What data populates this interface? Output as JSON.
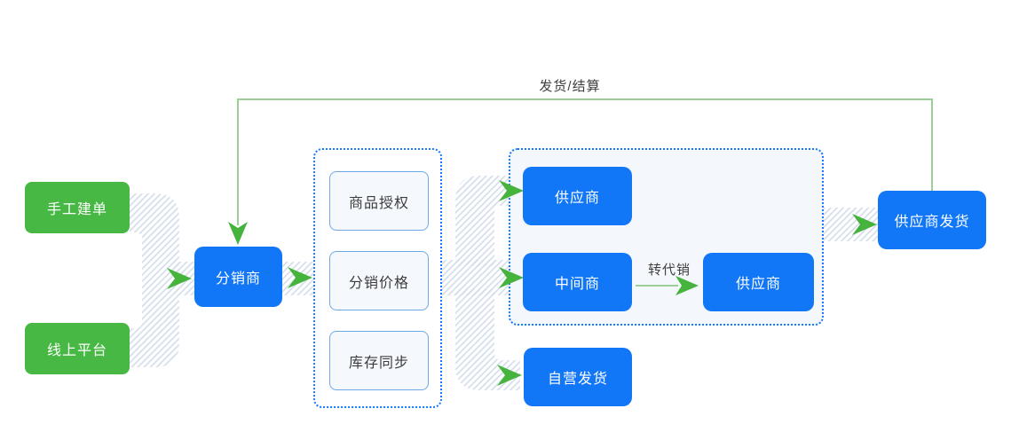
{
  "diagram": {
    "nodes": {
      "manual": {
        "label": "手工建单"
      },
      "online": {
        "label": "线上平台"
      },
      "distributor": {
        "label": "分销商"
      },
      "auth": {
        "label": "商品授权"
      },
      "price": {
        "label": "分销价格"
      },
      "stock": {
        "label": "库存同步"
      },
      "supplier_top": {
        "label": "供应商"
      },
      "middleman": {
        "label": "中间商"
      },
      "supplier_secondary": {
        "label": "供应商"
      },
      "self_delivery": {
        "label": "自营发货"
      },
      "supplier_delivery": {
        "label": "供应商发货"
      }
    },
    "edge_labels": {
      "feedback": "发货/结算",
      "consignment": "转代销"
    },
    "colors": {
      "green_node": "#47b843",
      "blue_node": "#1277f7",
      "light_node_bg": "#f5f9fd",
      "light_node_border": "#6fa8e8",
      "dotted_container_border": "#1677ff",
      "supplier_group_bg": "#f4f7fb",
      "hatch_stripe": "#d2dcea",
      "arrow_green": "#46b33c",
      "line_green": "#9ccf97",
      "label_text": "#404040"
    }
  }
}
